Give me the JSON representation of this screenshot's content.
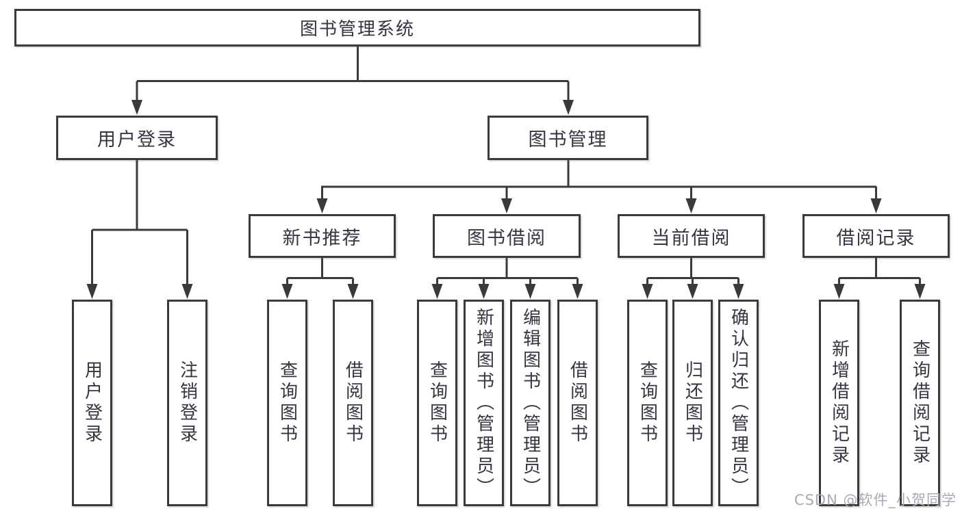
{
  "tree": {
    "root": {
      "label": "图书管理系统"
    },
    "children": [
      {
        "label": "用户登录",
        "children": [
          {
            "label": "用户登录"
          },
          {
            "label": "注销登录"
          }
        ]
      },
      {
        "label": "图书管理",
        "children": [
          {
            "label": "新书推荐",
            "children": [
              {
                "label": "查询图书"
              },
              {
                "label": "借阅图书"
              }
            ]
          },
          {
            "label": "图书借阅",
            "children": [
              {
                "label": "查询图书"
              },
              {
                "label": "新增图书（管理员）"
              },
              {
                "label": "编辑图书（管理员）"
              },
              {
                "label": "借阅图书"
              }
            ]
          },
          {
            "label": "当前借阅",
            "children": [
              {
                "label": "查询图书"
              },
              {
                "label": "归还图书"
              },
              {
                "label": "确认归还（管理员）"
              }
            ]
          },
          {
            "label": "借阅记录",
            "children": [
              {
                "label": "新增借阅记录"
              },
              {
                "label": "查询借阅记录"
              }
            ]
          }
        ]
      }
    ]
  },
  "watermark": {
    "text": "CSDN @软件_小贺同学"
  },
  "colors": {
    "line": "#3a3a3a",
    "box_border": "#3a3a3a",
    "text": "#333640",
    "watermark": "#a9a9b4",
    "background": "#ffffff"
  }
}
